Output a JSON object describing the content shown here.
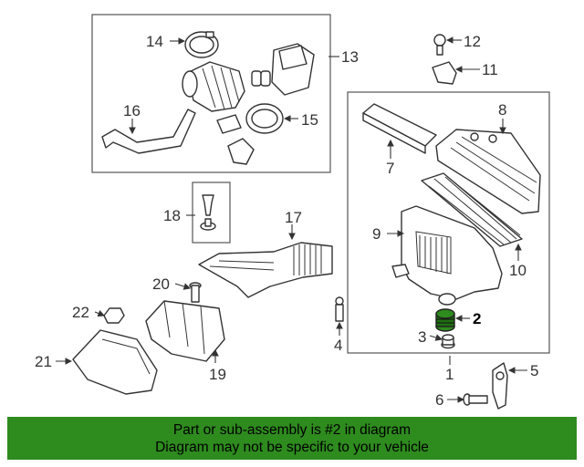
{
  "callouts": {
    "c1": "1",
    "c2": "2",
    "c3": "3",
    "c4": "4",
    "c5": "5",
    "c6": "6",
    "c7": "7",
    "c8": "8",
    "c9": "9",
    "c10": "10",
    "c11": "11",
    "c12": "12",
    "c13": "13",
    "c14": "14",
    "c15": "15",
    "c16": "16",
    "c17": "17",
    "c18": "18",
    "c19": "19",
    "c20": "20",
    "c21": "21",
    "c22": "22"
  },
  "highlight": {
    "part_number": "2",
    "color": "#2e8b1e"
  },
  "banner": {
    "line1": "Part or sub-assembly is #2 in diagram",
    "line2": "Diagram may not be specific to your vehicle",
    "background": "#2e8b1e"
  }
}
